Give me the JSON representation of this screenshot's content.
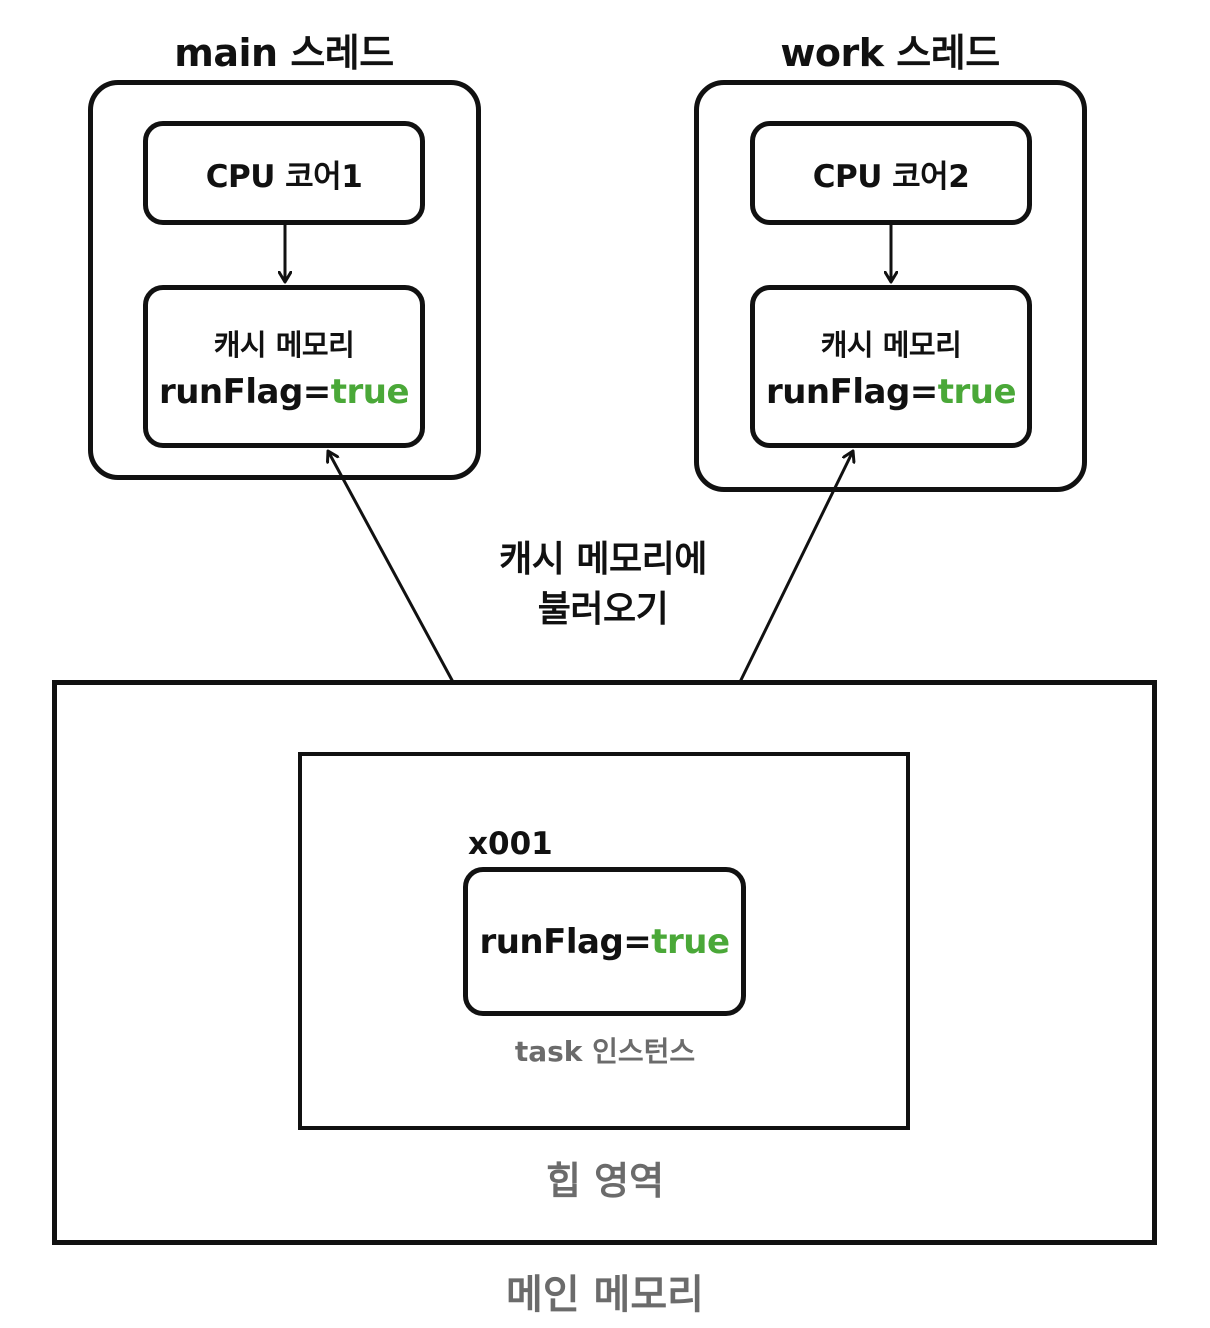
{
  "threads": [
    {
      "title": "main 스레드",
      "cpu": "CPU 코어1",
      "cache": {
        "title": "캐시 메모리",
        "flag_name": "runFlag=",
        "flag_value": "true"
      }
    },
    {
      "title": "work 스레드",
      "cpu": "CPU 코어2",
      "cache": {
        "title": "캐시 메모리",
        "flag_name": "runFlag=",
        "flag_value": "true"
      }
    }
  ],
  "load_label": {
    "line1": "캐시 메모리에",
    "line2": "불러오기"
  },
  "main_memory": {
    "label": "메인 메모리",
    "heap": {
      "label": "힙 영역",
      "instance": {
        "address": "x001",
        "flag_name": "runFlag=",
        "flag_value": "true",
        "caption": "task 인스턴스"
      }
    }
  },
  "colors": {
    "stroke": "#111111",
    "true_value": "#4aa838",
    "gray_label": "#6b6b6b"
  }
}
